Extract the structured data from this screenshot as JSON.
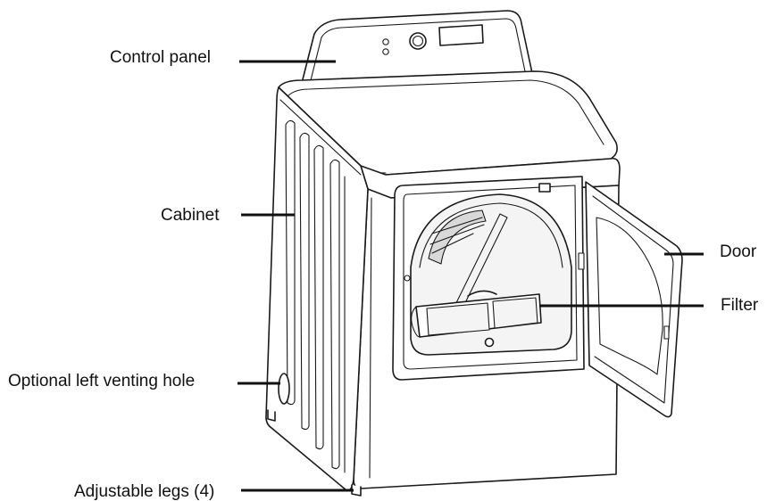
{
  "labels": {
    "control_panel": "Control panel",
    "cabinet": "Cabinet",
    "optional_left_venting_hole": "Optional left venting hole",
    "adjustable_legs": "Adjustable legs (4)",
    "door": "Door",
    "filter": "Filter"
  },
  "colors": {
    "line": "#1a1a1a",
    "background": "#ffffff"
  }
}
